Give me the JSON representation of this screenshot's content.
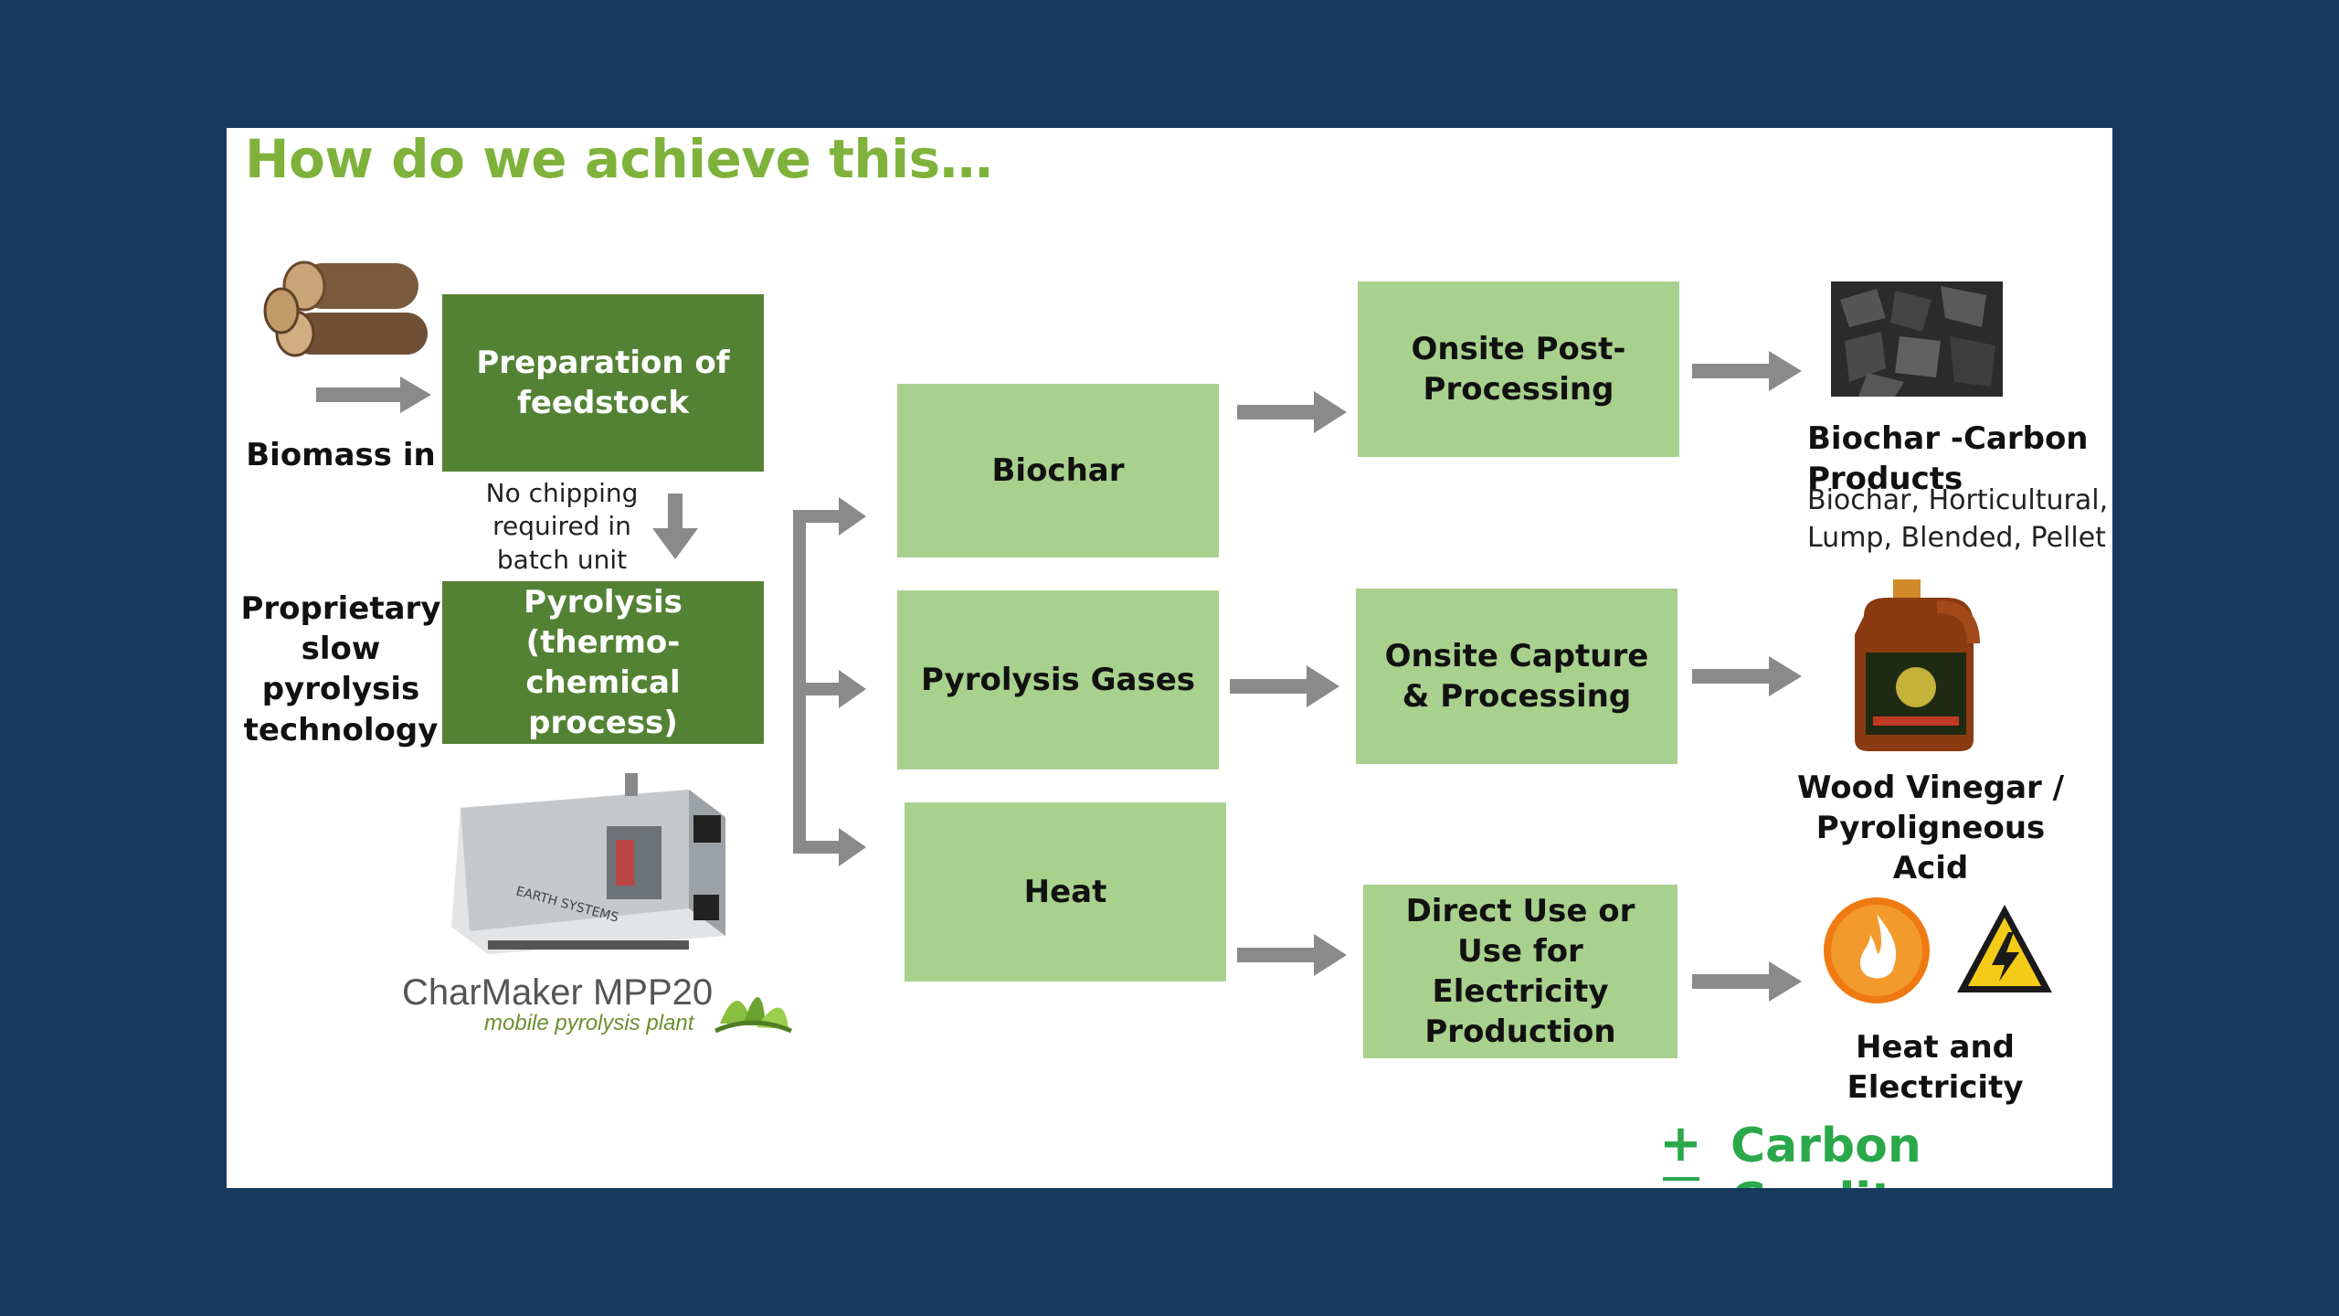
{
  "title": "How do we achieve this…",
  "inputs": {
    "biomass_label": "Biomass in",
    "technology_label": "Proprietary slow pyrolysis technology",
    "no_chipping_note": "No chipping required in batch unit"
  },
  "boxes": {
    "preparation": "Preparation of feedstock",
    "pyrolysis": "Pyrolysis (thermo-chemical process)",
    "biochar": "Biochar",
    "pyrolysis_gases": "Pyrolysis Gases",
    "heat": "Heat",
    "post_processing": "Onsite Post-Processing",
    "capture_processing": "Onsite Capture & Processing",
    "direct_use": "Direct Use or Use for Electricity Production"
  },
  "outputs": {
    "biochar_products_title": "Biochar -Carbon Products",
    "biochar_products_detail": "Biochar, Horticultural, Lump, Blended, Pellet",
    "wood_vinegar": "Wood Vinegar / Pyroligneous Acid",
    "heat_electricity": "Heat and Electricity"
  },
  "machine": {
    "name": "CharMaker MPP20",
    "subtitle": "mobile pyrolysis plant",
    "side_text": "EARTH SYSTEMS"
  },
  "credits": {
    "plus_symbol": "+",
    "label": "Carbon Credits"
  },
  "colors": {
    "background": "#173a5e",
    "dark_green": "#548235",
    "light_green": "#a9d18e",
    "title_green": "#7fb23a",
    "credits_green": "#2aa84a",
    "arrow_gray": "#8a8a8a"
  }
}
